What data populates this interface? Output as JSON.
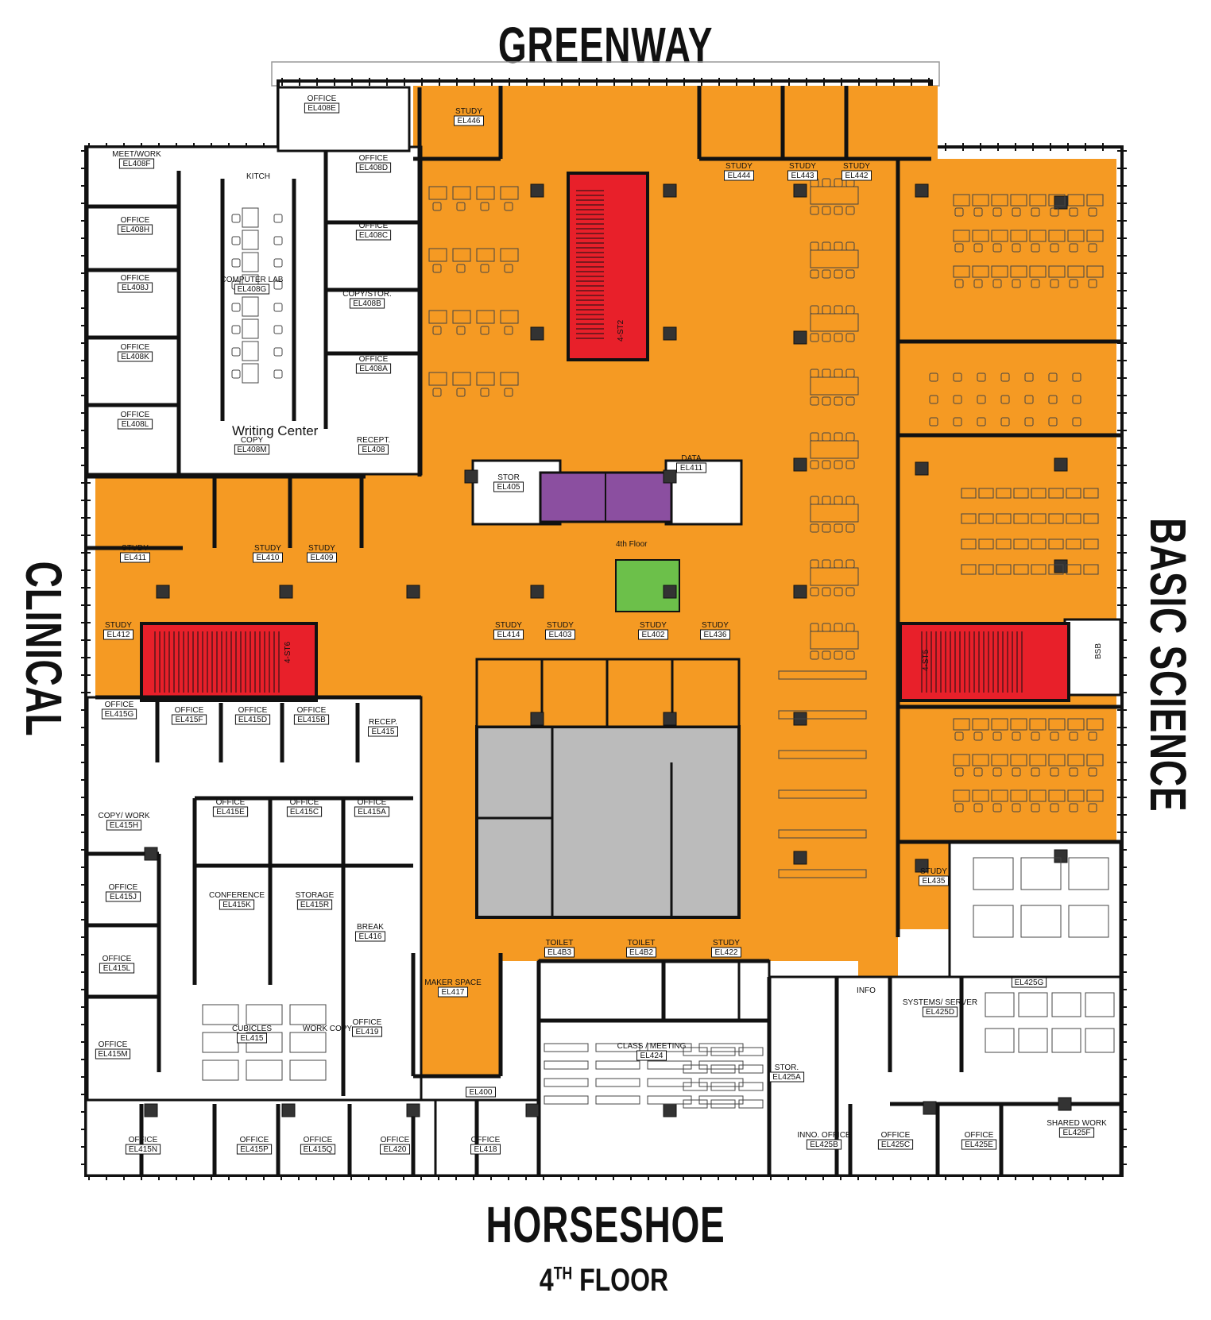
{
  "streets": {
    "top": "GREENWAY",
    "bottom": "HORSESHOE",
    "left": "CLINICAL",
    "right": "BASIC SCIENCE"
  },
  "floor_title": {
    "main": "4",
    "sup": "TH",
    "rest": " FLOOR"
  },
  "center_label": "4th Floor",
  "writing_center": "Writing Center",
  "colors": {
    "open_area": "#F59A23",
    "stair": "#E8202A",
    "elevator": "#8B4FA0",
    "green": "#6CC04A",
    "wall": "#111111"
  },
  "rooms": [
    {
      "name": "OFFICE",
      "code": "EL408E"
    },
    {
      "name": "STUDY",
      "code": "EL446"
    },
    {
      "name": "MEET/WORK",
      "code": "EL408F"
    },
    {
      "name": "KITCH",
      "code": ""
    },
    {
      "name": "OFFICE",
      "code": "EL408D"
    },
    {
      "name": "OFFICE",
      "code": "EL408H"
    },
    {
      "name": "OFFICE",
      "code": "EL408C"
    },
    {
      "name": "OFFICE",
      "code": "EL408J"
    },
    {
      "name": "COMPUTER LAB",
      "code": "EL408G"
    },
    {
      "name": "COPY/STOR.",
      "code": "EL408B"
    },
    {
      "name": "OFFICE",
      "code": "EL408K"
    },
    {
      "name": "OFFICE",
      "code": "EL408A"
    },
    {
      "name": "OFFICE",
      "code": "EL408L"
    },
    {
      "name": "COPY",
      "code": "EL408M"
    },
    {
      "name": "RECEPT.",
      "code": "EL408"
    },
    {
      "name": "STUDY",
      "code": "EL444"
    },
    {
      "name": "STUDY",
      "code": "EL443"
    },
    {
      "name": "STUDY",
      "code": "EL442"
    },
    {
      "name": "STOR",
      "code": "EL405"
    },
    {
      "name": "DATA",
      "code": "EL411"
    },
    {
      "name": "STUDY",
      "code": "EL411"
    },
    {
      "name": "STUDY",
      "code": "EL410"
    },
    {
      "name": "STUDY",
      "code": "EL409"
    },
    {
      "name": "STUDY",
      "code": "EL412"
    },
    {
      "name": "STUDY",
      "code": "EL414"
    },
    {
      "name": "STUDY",
      "code": "EL403"
    },
    {
      "name": "STUDY",
      "code": "EL402"
    },
    {
      "name": "STUDY",
      "code": "EL436"
    },
    {
      "name": "OFFICE",
      "code": "EL415G"
    },
    {
      "name": "OFFICE",
      "code": "EL415F"
    },
    {
      "name": "OFFICE",
      "code": "EL415D"
    },
    {
      "name": "OFFICE",
      "code": "EL415B"
    },
    {
      "name": "RECEP.",
      "code": "EL415"
    },
    {
      "name": "OFFICE",
      "code": "EL415E"
    },
    {
      "name": "OFFICE",
      "code": "EL415C"
    },
    {
      "name": "OFFICE",
      "code": "EL415A"
    },
    {
      "name": "COPY/ WORK",
      "code": "EL415H"
    },
    {
      "name": "OFFICE",
      "code": "EL415J"
    },
    {
      "name": "CONFERENCE",
      "code": "EL415K"
    },
    {
      "name": "STORAGE",
      "code": "EL415R"
    },
    {
      "name": "BREAK",
      "code": "EL416"
    },
    {
      "name": "OFFICE",
      "code": "EL415L"
    },
    {
      "name": "CUBICLES",
      "code": "EL415"
    },
    {
      "name": "WORK COPY",
      "code": ""
    },
    {
      "name": "OFFICE",
      "code": "EL419"
    },
    {
      "name": "OFFICE",
      "code": "EL415M"
    },
    {
      "name": "MAKER SPACE",
      "code": "EL417"
    },
    {
      "name": "TOILET",
      "code": "EL4B3"
    },
    {
      "name": "TOILET",
      "code": "EL4B2"
    },
    {
      "name": "STUDY",
      "code": "EL422"
    },
    {
      "name": "STUDY",
      "code": "EL435"
    },
    {
      "name": "CLASS / MEETING",
      "code": "EL424"
    },
    {
      "name": "",
      "code": "EL400"
    },
    {
      "name": "STOR.",
      "code": "EL425A"
    },
    {
      "name": "INFO",
      "code": ""
    },
    {
      "name": "SYSTEMS/ SERVER",
      "code": "EL425D"
    },
    {
      "name": "",
      "code": "EL425G"
    },
    {
      "name": "OFFICE",
      "code": "EL415N"
    },
    {
      "name": "OFFICE",
      "code": "EL415P"
    },
    {
      "name": "OFFICE",
      "code": "EL415Q"
    },
    {
      "name": "OFFICE",
      "code": "EL420"
    },
    {
      "name": "OFFICE",
      "code": "EL418"
    },
    {
      "name": "INNO. OFFICE",
      "code": "EL425B"
    },
    {
      "name": "OFFICE",
      "code": "EL425C"
    },
    {
      "name": "OFFICE",
      "code": "EL425E"
    },
    {
      "name": "SHARED WORK",
      "code": "EL425F"
    }
  ],
  "stairs": [
    "4-ST2",
    "4-ST6",
    "4-ST5"
  ],
  "misc": {
    "bsb": "BSB"
  }
}
